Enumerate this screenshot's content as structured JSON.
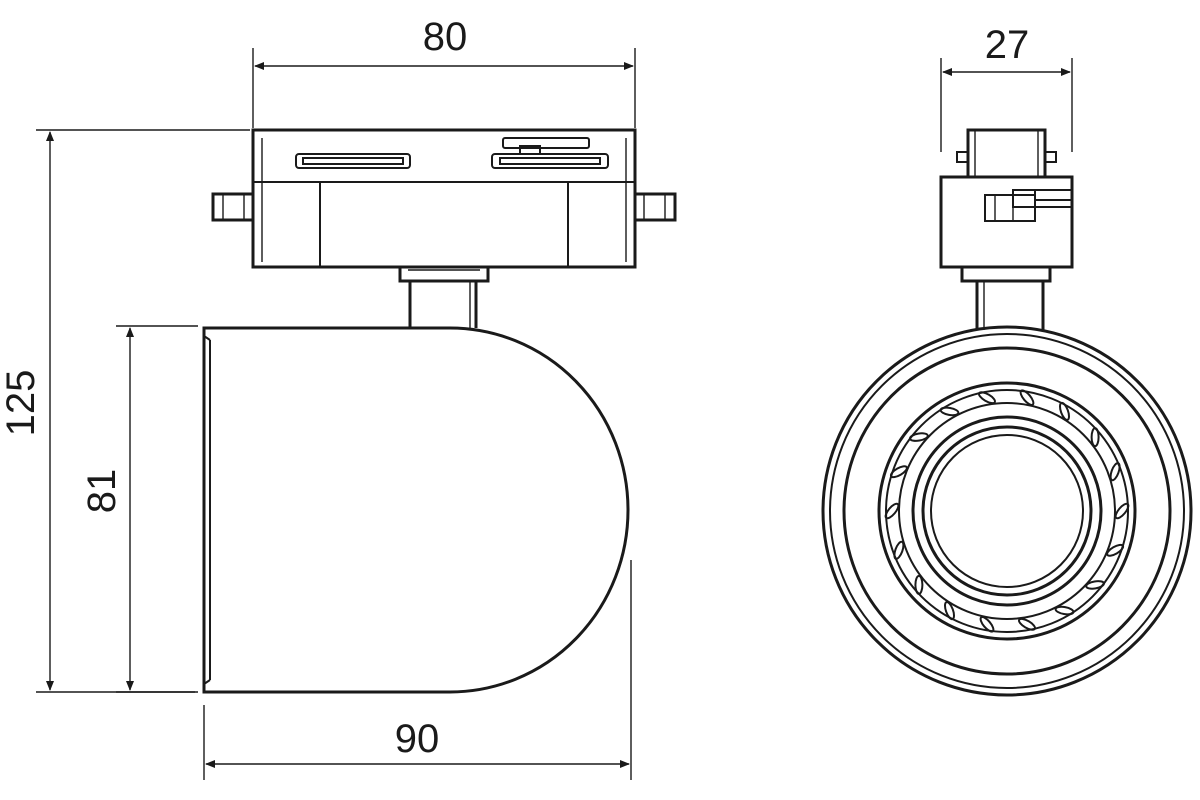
{
  "dimensions": {
    "side_width": "80",
    "front_width": "27",
    "total_height": "125",
    "head_height": "81",
    "head_depth": "90"
  }
}
